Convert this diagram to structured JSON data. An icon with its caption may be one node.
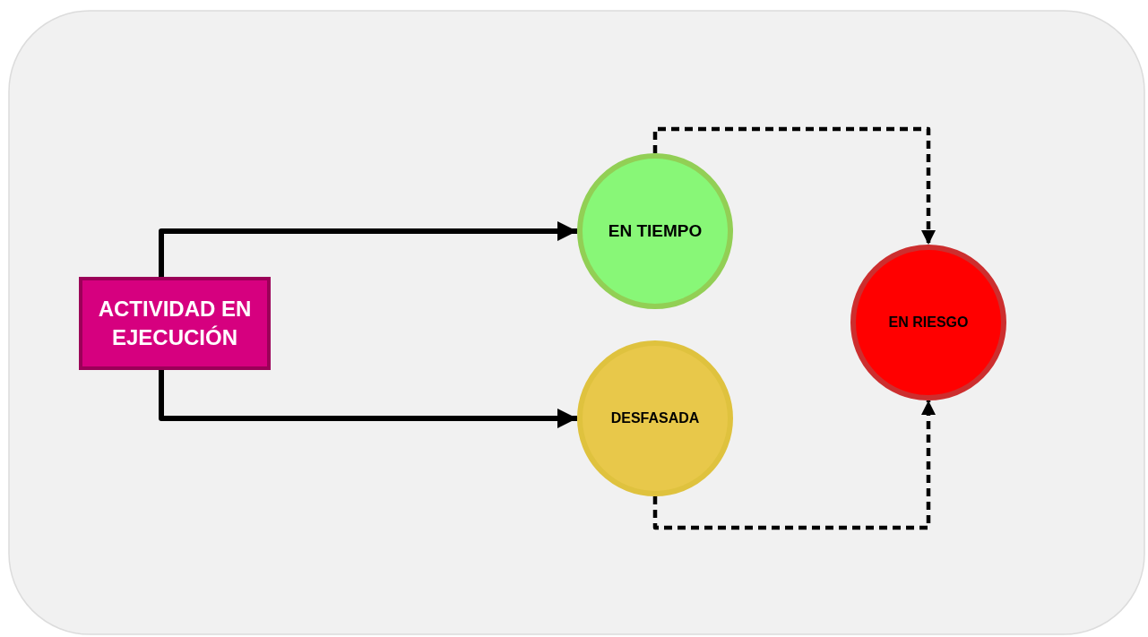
{
  "diagram": {
    "nodes": [
      {
        "text": [
          "ACTIVIDAD EN EJECUCIÓN"
        ]
      },
      {
        "text": [
          "EN TIEMPO"
        ]
      },
      {
        "text": [
          "DESFASADA"
        ]
      },
      {
        "text": [
          "EN RIESGO"
        ]
      }
    ],
    "edges": [
      {
        "from": 0,
        "to": 1,
        "arrow": "to"
      },
      {
        "from": 0,
        "to": 2,
        "arrow": "to"
      },
      {
        "from": 1,
        "to": 3,
        "arrow": "to",
        "style": "dashed"
      },
      {
        "from": 2,
        "to": 3,
        "arrow": "to",
        "style": "dashed"
      }
    ]
  }
}
